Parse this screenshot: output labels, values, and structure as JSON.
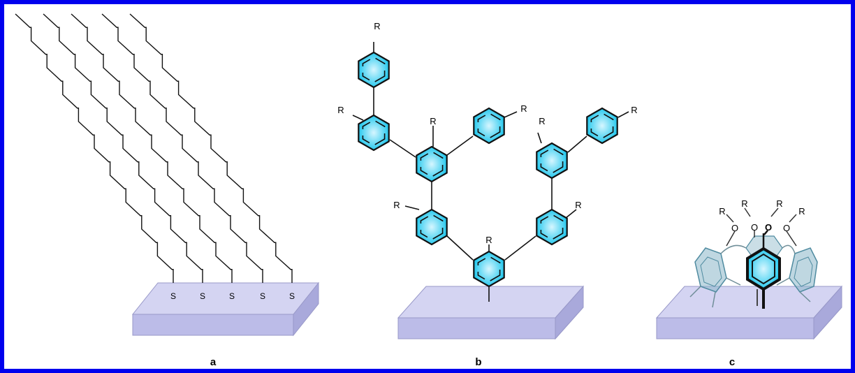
{
  "colors": {
    "frame": "#0000ee",
    "ring_fill": "#27c9ee",
    "ring_light": "#d6f6ff",
    "slab_top": "#d4d4f2",
    "slab_front": "#bcbce8",
    "slab_side": "#a9a9db",
    "bond": "#111111"
  },
  "panel_a": {
    "caption": "a",
    "chain_count": 5,
    "anchor_atom": "S"
  },
  "panel_b": {
    "caption": "b",
    "substituent": "R"
  },
  "panel_c": {
    "caption": "c",
    "substituent": "R",
    "linker_atom": "O"
  }
}
